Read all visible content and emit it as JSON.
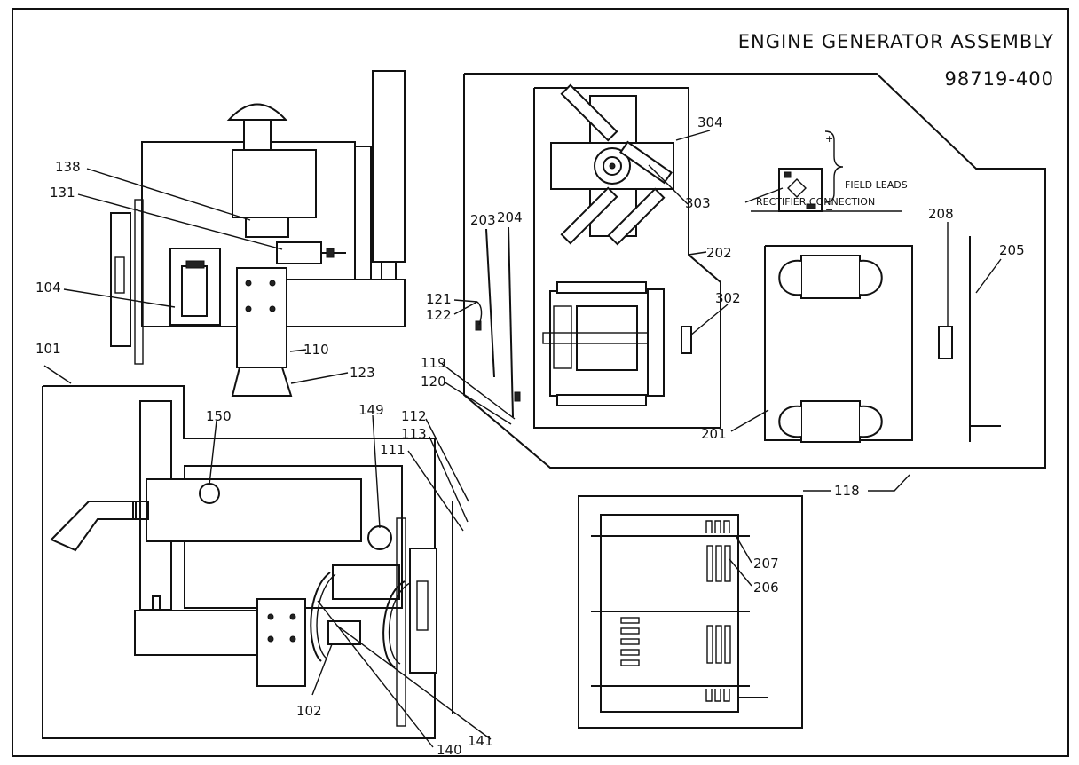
{
  "title": "ENGINE GENERATOR ASSEMBLY",
  "part_number": "98719-400",
  "notes": {
    "field_leads": "FIELD LEADS",
    "rectifier_connection": "RECTIFIER CONNECTION",
    "plus": "+",
    "minus": "−"
  },
  "callouts": {
    "c138": "138",
    "c131": "131",
    "c104": "104",
    "c101": "101",
    "c110": "110",
    "c123": "123",
    "c150": "150",
    "c149": "149",
    "c102": "102",
    "c140": "140",
    "c141": "141",
    "c121": "121",
    "c122": "122",
    "c119": "119",
    "c120": "120",
    "c112": "112",
    "c113": "113",
    "c111": "111",
    "c203": "203",
    "c204": "204",
    "c304": "304",
    "c303": "303",
    "c202": "202",
    "c302": "302",
    "c201": "201",
    "c208": "208",
    "c205": "205",
    "c118": "118",
    "c207": "207",
    "c206": "206"
  }
}
